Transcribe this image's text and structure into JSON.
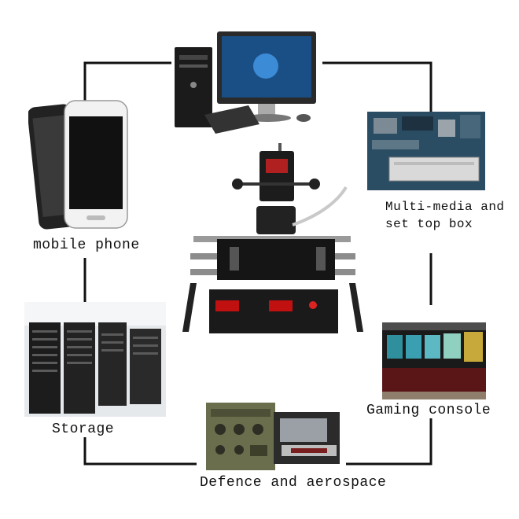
{
  "labels": {
    "mobile": "mobile phone",
    "multimedia_line1": "Multi-media and",
    "multimedia_line2": "set top box",
    "storage": "Storage",
    "gaming": "Gaming console",
    "defence": "Defence and aerospace"
  },
  "colors": {
    "line": "#111111",
    "background": "#ffffff"
  }
}
